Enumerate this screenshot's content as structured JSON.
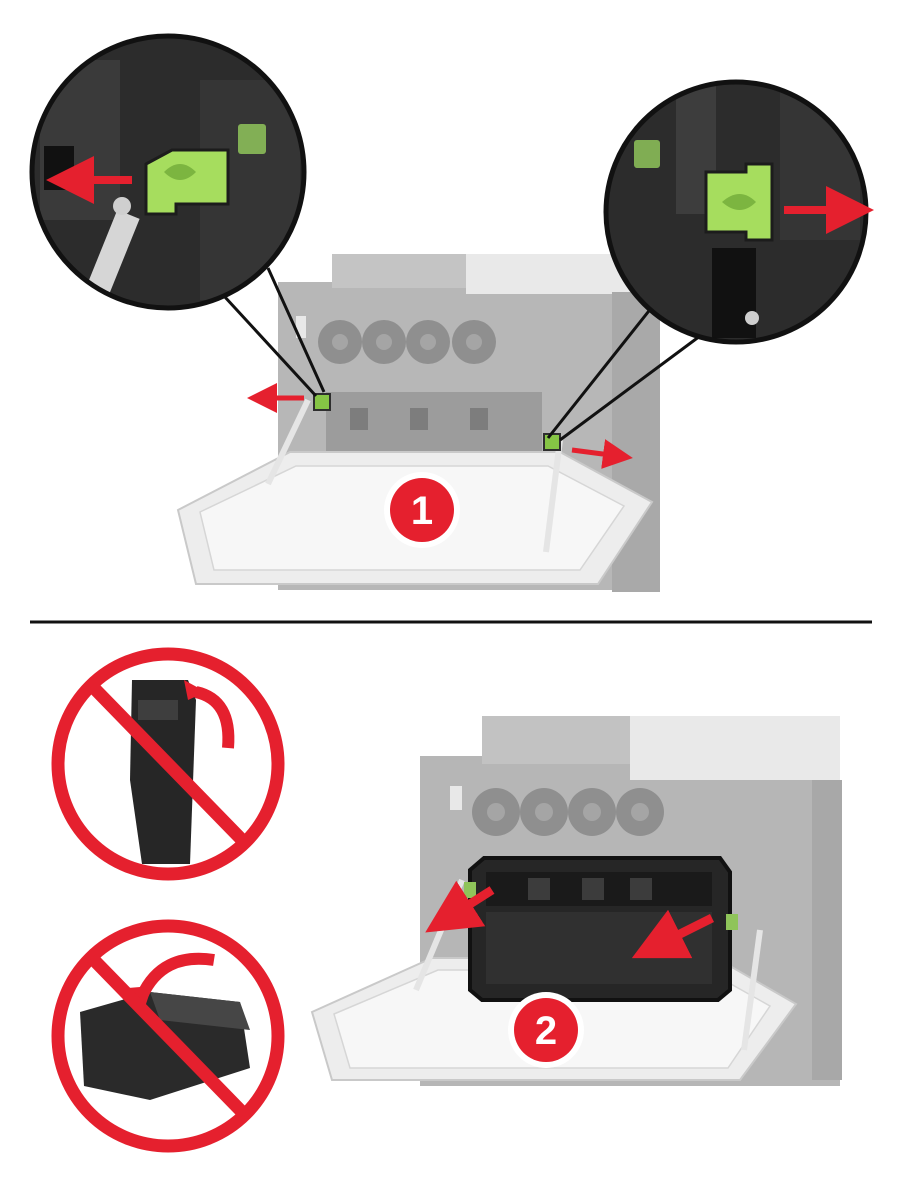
{
  "step1": {
    "number": "1"
  },
  "step2": {
    "number": "2"
  },
  "colors": {
    "accent_red": "#e5202e",
    "latch_green": "#9fd65a",
    "printer_gray": "#b9b9b9",
    "dark_inset": "#2e2e2e"
  },
  "icons": [
    "hand-icon",
    "arrow-icon",
    "prohibition-icon",
    "step-badge"
  ]
}
